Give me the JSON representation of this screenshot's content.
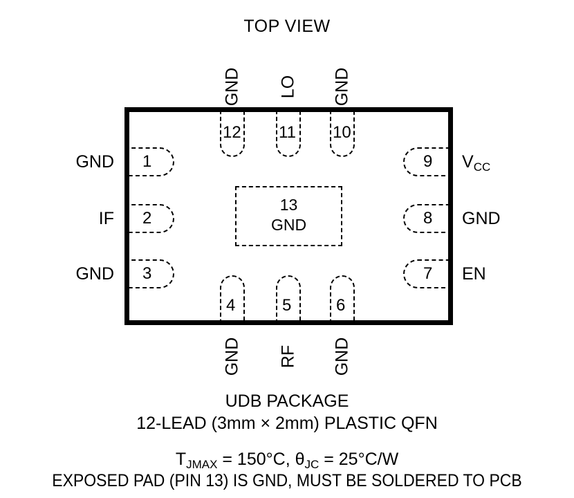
{
  "title": "TOP VIEW",
  "package": {
    "body_label": "package-body-outline"
  },
  "pins": {
    "left": [
      {
        "number": "1",
        "signal": "GND"
      },
      {
        "number": "2",
        "signal": "IF"
      },
      {
        "number": "3",
        "signal": "GND"
      }
    ],
    "bottom": [
      {
        "number": "4",
        "signal": "GND"
      },
      {
        "number": "5",
        "signal": "RF"
      },
      {
        "number": "6",
        "signal": "GND"
      }
    ],
    "right": [
      {
        "number": "7",
        "signal": "EN"
      },
      {
        "number": "8",
        "signal": "GND"
      },
      {
        "number": "9",
        "signal": "V",
        "signal_sub": "CC"
      }
    ],
    "top": [
      {
        "number": "10",
        "signal": "GND"
      },
      {
        "number": "11",
        "signal": "LO"
      },
      {
        "number": "12",
        "signal": "GND"
      }
    ]
  },
  "exposed_pad": {
    "number": "13",
    "signal": "GND"
  },
  "captions": {
    "package_name": "UDB PACKAGE",
    "lead_desc": "12-LEAD (3mm × 2mm) PLASTIC QFN",
    "thermal_t": "T",
    "thermal_t_sub": "JMAX",
    "thermal_mid": " = 150°C, ",
    "thermal_theta": "θ",
    "thermal_theta_sub": "JC",
    "thermal_end": " = 25°C/W",
    "exposed_pad_note": "EXPOSED PAD (PIN 13) IS GND, MUST BE SOLDERED TO PCB"
  },
  "colors": {
    "ink": "#000000",
    "background": "#ffffff"
  }
}
